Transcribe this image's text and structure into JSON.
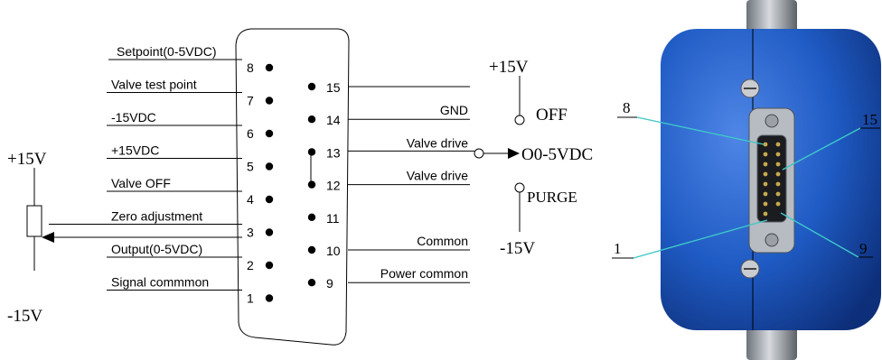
{
  "left_pins": [
    {
      "num": "8",
      "label": "Setpoint(0-5VDC)"
    },
    {
      "num": "7",
      "label": "Valve test point"
    },
    {
      "num": "6",
      "label": "-15VDC"
    },
    {
      "num": "5",
      "label": "+15VDC"
    },
    {
      "num": "4",
      "label": "Valve OFF"
    },
    {
      "num": "3",
      "label": "Zero adjustment"
    },
    {
      "num": "2",
      "label": "Output(0-5VDC)"
    },
    {
      "num": "1",
      "label": "Signal commmon"
    }
  ],
  "right_pins": [
    {
      "num": "15",
      "label": ""
    },
    {
      "num": "14",
      "label": "GND"
    },
    {
      "num": "13",
      "label": "Valve drive"
    },
    {
      "num": "12",
      "label": "Valve drive"
    },
    {
      "num": "11",
      "label": ""
    },
    {
      "num": "10",
      "label": "Common"
    },
    {
      "num": "9",
      "label": "Power common"
    }
  ],
  "potentiometer": {
    "top_label": "+15V",
    "bottom_label": "-15V"
  },
  "switch": {
    "top_voltage": "+15V",
    "off_label": "OFF",
    "mid_label": "O0-5VDC",
    "purge_label": "PURGE",
    "bottom_voltage": "-15V"
  },
  "photo_labels": {
    "pin8": "8",
    "pin15": "15",
    "pin1": "1",
    "pin9": "9"
  },
  "colors": {
    "device_blue": "#1f5bc4",
    "leader_line": "#3fc8c8"
  }
}
